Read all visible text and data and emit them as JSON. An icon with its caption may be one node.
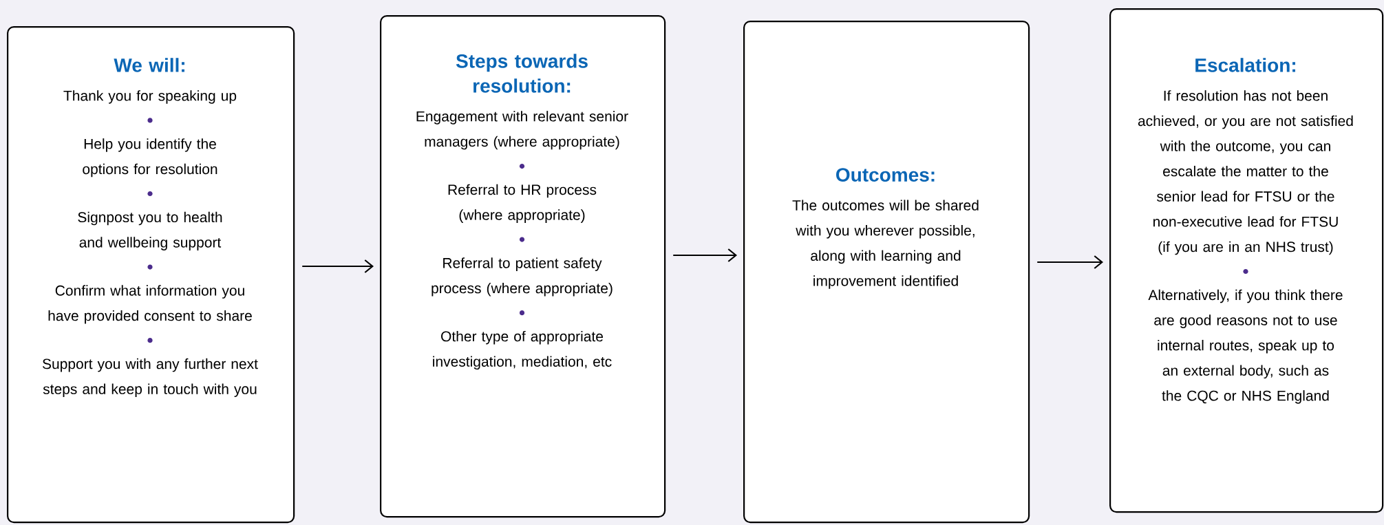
{
  "diagram": {
    "nodes": [
      {
        "text": [
          "We will:",
          "Thank you for speaking up",
          "Help you identify the options for resolution",
          "Signpost you to health and wellbeing support",
          "Confirm what information you have provided consent to share",
          "Support you with any further next steps and keep in touch with you"
        ]
      },
      {
        "text": [
          "Steps towards resolution:",
          "Engagement with relevant senior managers (where appropriate)",
          "Referral to HR process (where appropriate)",
          "Referral to patient safety process (where appropriate)",
          "Other type of appropriate investigation, mediation, etc"
        ]
      },
      {
        "text": [
          "Outcomes:",
          "The outcomes will be shared with you wherever possible, along with learning and improvement identified"
        ]
      },
      {
        "text": [
          "Escalation:",
          "If resolution has not been achieved, or you are not satisfied with the outcome, you can escalate the matter to the senior lead for FTSU or the non-executive lead for FTSU (if you are in an NHS trust)",
          "Alternatively, if you think there are good reasons not to use internal routes, speak up to an external body, such as the CQC or NHS England"
        ]
      }
    ],
    "edges": [
      {
        "from": 0,
        "to": 1,
        "arrow": "to"
      },
      {
        "from": 1,
        "to": 2,
        "arrow": "to"
      },
      {
        "from": 2,
        "to": 3,
        "arrow": "to"
      }
    ]
  }
}
